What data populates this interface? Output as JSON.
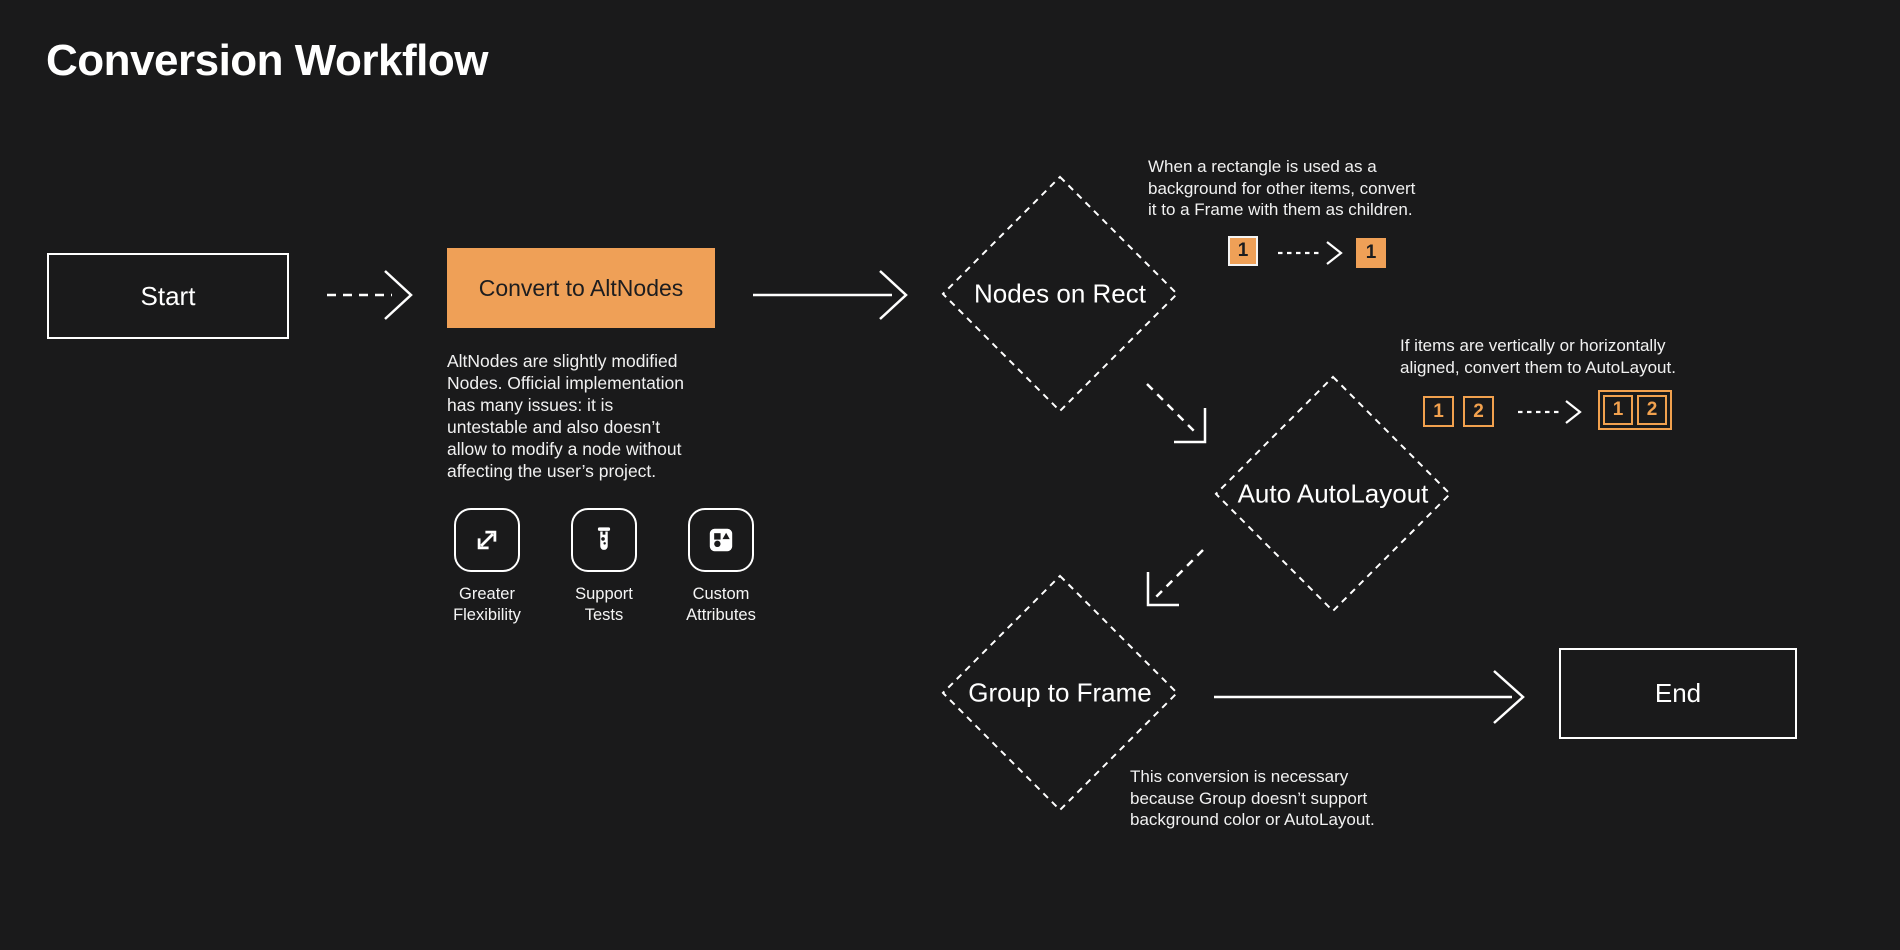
{
  "page": {
    "title": "Conversion Workflow"
  },
  "colors": {
    "background": "#1A1A1B",
    "stroke_white": "#FFFFFF",
    "orange_fill": "#EFA057",
    "orange_outline": "#F2A14E",
    "dark_text": "#1D1D1F"
  },
  "nodes": {
    "start": {
      "label": "Start"
    },
    "convert_to_altnodes": {
      "label": "Convert to AltNodes",
      "description": "AltNodes are slightly modified\nNodes. Official implementation\nhas many issues: it is\nuntestable and also doesn’t\nallow to modify a node without\naffecting the user’s project."
    },
    "features": [
      {
        "icon": "expand-arrows-icon",
        "label": "Greater\nFlexibility"
      },
      {
        "icon": "test-tube-icon",
        "label": "Support\nTests"
      },
      {
        "icon": "shapes-icon",
        "label": "Custom\nAttributes"
      }
    ],
    "nodes_on_rect": {
      "label": "Nodes on Rect",
      "annotation": "When a rectangle is used as a\nbackground for other items, convert\nit to a Frame with them as children.",
      "before": [
        "1"
      ],
      "after": [
        "1"
      ]
    },
    "auto_autolayout": {
      "label": "Auto AutoLayout",
      "annotation": "If items are vertically or horizontally\naligned, convert them to AutoLayout.",
      "before": [
        "1",
        "2"
      ],
      "after": [
        "1",
        "2"
      ]
    },
    "group_to_frame": {
      "label": "Group to Frame",
      "annotation": "This conversion is necessary\nbecause Group doesn’t support\nbackground color or AutoLayout."
    },
    "end": {
      "label": "End"
    }
  }
}
